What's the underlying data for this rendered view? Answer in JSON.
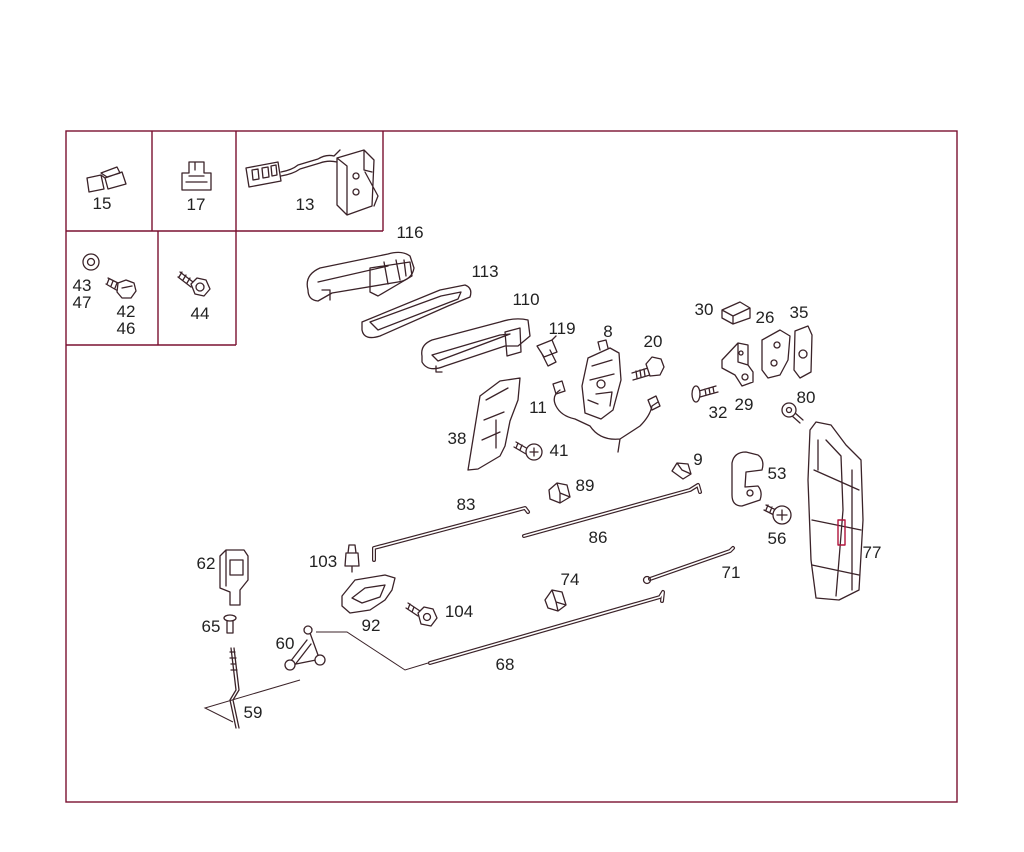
{
  "colors": {
    "frame": "#7a1030",
    "parts": "#3b2329",
    "text": "#222222"
  },
  "callouts": {
    "c15": "15",
    "c17": "17",
    "c13": "13",
    "c43": "43",
    "c47": "47",
    "c42": "42",
    "c46": "46",
    "c44": "44",
    "c116": "116",
    "c113": "113",
    "c110": "110",
    "c119": "119",
    "c8": "8",
    "c20": "20",
    "c30": "30",
    "c26": "26",
    "c35": "35",
    "c11": "11",
    "c38": "38",
    "c41": "41",
    "c32": "32",
    "c29": "29",
    "c80": "80",
    "c9": "9",
    "c53": "53",
    "c89": "89",
    "c83": "83",
    "c86": "86",
    "c56": "56",
    "c77": "77",
    "c62": "62",
    "c103": "103",
    "c74": "74",
    "c71": "71",
    "c104": "104",
    "c92": "92",
    "c65": "65",
    "c60": "60",
    "c68": "68",
    "c59": "59"
  }
}
